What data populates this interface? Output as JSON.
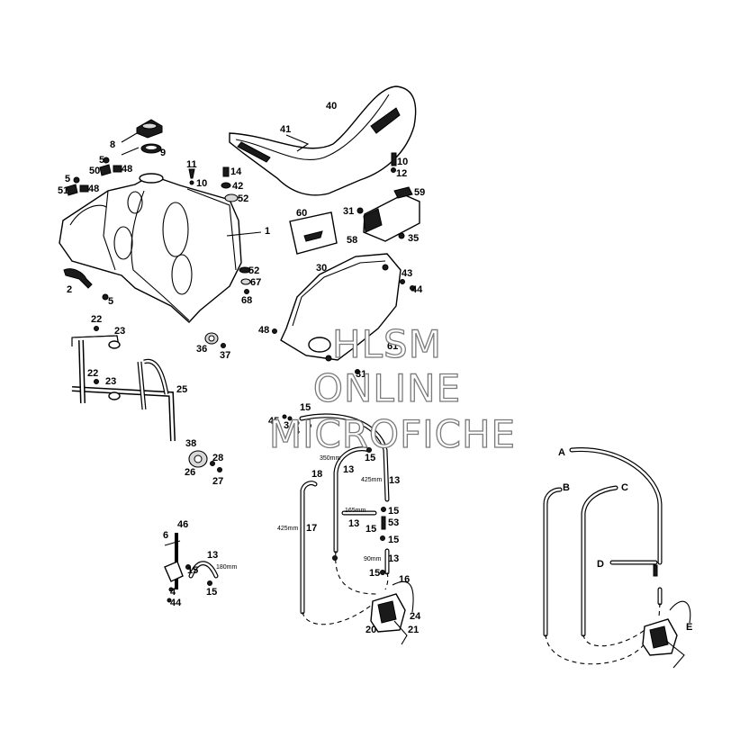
{
  "watermark": {
    "line1": "HLSM",
    "line2": "ONLINE",
    "line3": "MICROFICHE"
  },
  "callouts": {
    "c8": "8",
    "c9": "9",
    "c5a": "5",
    "c50": "50",
    "c48a": "48",
    "c5b": "5",
    "c51": "51",
    "c48b": "48",
    "c11": "11",
    "c10a": "10",
    "c14": "14",
    "c42": "42",
    "c52a": "52",
    "c1": "1",
    "c52b": "52",
    "c67": "67",
    "c68": "68",
    "c2": "2",
    "c5c": "5",
    "c40": "40",
    "c41": "41",
    "c10b": "10",
    "c12": "12",
    "c59": "59",
    "c31a": "31",
    "c60": "60",
    "c58": "58",
    "c35": "35",
    "c30": "30",
    "c43": "43",
    "c44a": "44",
    "c48c": "48",
    "c61": "61",
    "c31b": "31",
    "c22a": "22",
    "c23a": "23",
    "c36": "36",
    "c37": "37",
    "c22b": "22",
    "c23b": "23",
    "c25": "25",
    "c38": "38",
    "c28": "28",
    "c26": "26",
    "c27": "27",
    "c45": "45",
    "c15a": "15",
    "c3": "3",
    "c4a": "4",
    "c15b": "15",
    "c13a": "13",
    "c13b": "13",
    "c18": "18",
    "c17": "17",
    "c13c": "13",
    "c15c": "15",
    "c53": "53",
    "c15d": "15",
    "c15e": "15",
    "c13d": "13",
    "c15f": "15",
    "c16": "16",
    "c24": "24",
    "c20": "20",
    "c21": "21",
    "c46": "46",
    "c6": "6",
    "c13e": "13",
    "c15g": "15",
    "c15h": "15",
    "c4b": "4",
    "c44b": "44",
    "cA": "A",
    "cB": "B",
    "cC": "C",
    "cD": "D",
    "cE": "E"
  },
  "measurements": {
    "m350": "350mm",
    "m425a": "425mm",
    "m425b": "425mm",
    "m165": "165mm",
    "m90": "90mm",
    "m180": "180mm"
  }
}
